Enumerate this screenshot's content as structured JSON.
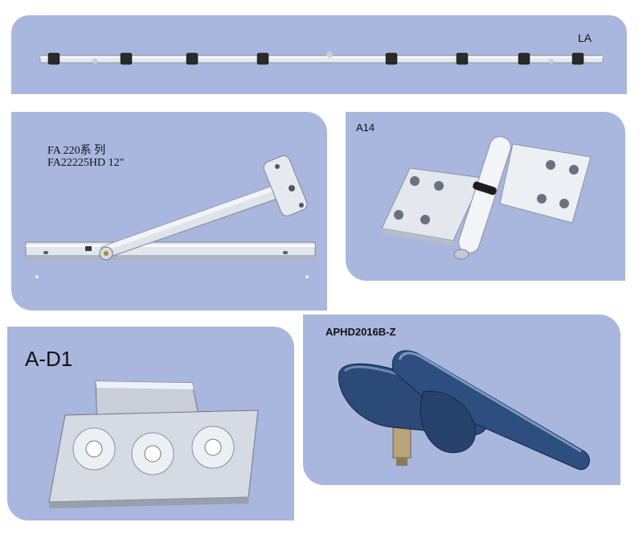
{
  "products": {
    "la": {
      "label": "LA"
    },
    "fa": {
      "label_line1": "FA 220系 列",
      "label_line2": "FA22225HD 12\""
    },
    "a14": {
      "label": "A14"
    },
    "ad1": {
      "label": "A-D1"
    },
    "aphd": {
      "label": "APHD2016B-Z"
    }
  },
  "colors": {
    "panel_background": "#a9b7df",
    "page_background": "#ffffff",
    "metal": "#d4d9e3",
    "handle_blue": "#2c4a78"
  }
}
